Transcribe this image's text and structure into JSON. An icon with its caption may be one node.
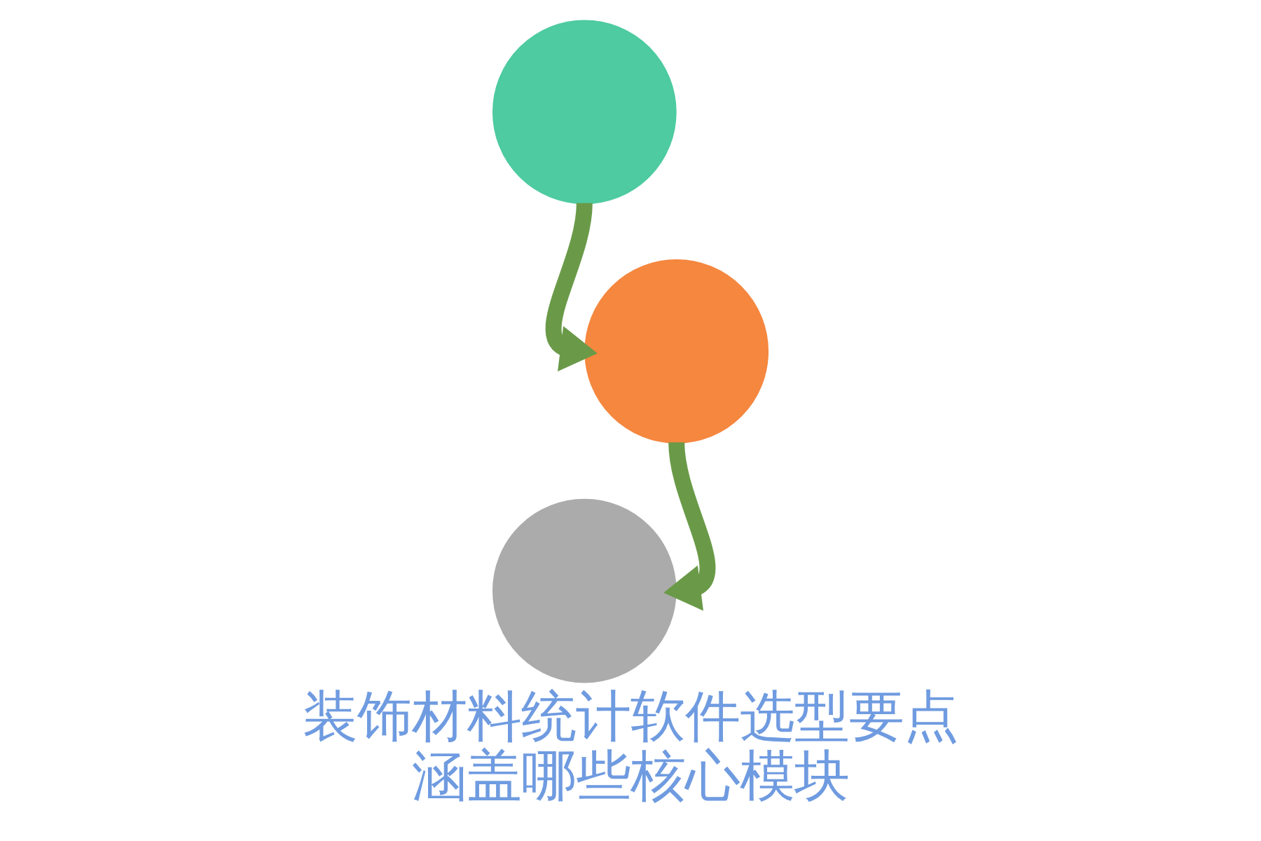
{
  "diagram": {
    "title": "装饰材料统计软件选型要点涵盖哪些核心模块",
    "nodes": [
      {
        "text": [],
        "shape": "circle"
      },
      {
        "text": [],
        "shape": "circle"
      },
      {
        "text": [],
        "shape": "circle"
      }
    ],
    "edges": [
      {
        "from": 0,
        "to": 1,
        "arrow": "to"
      },
      {
        "from": 1,
        "to": 2,
        "arrow": "to"
      }
    ]
  }
}
